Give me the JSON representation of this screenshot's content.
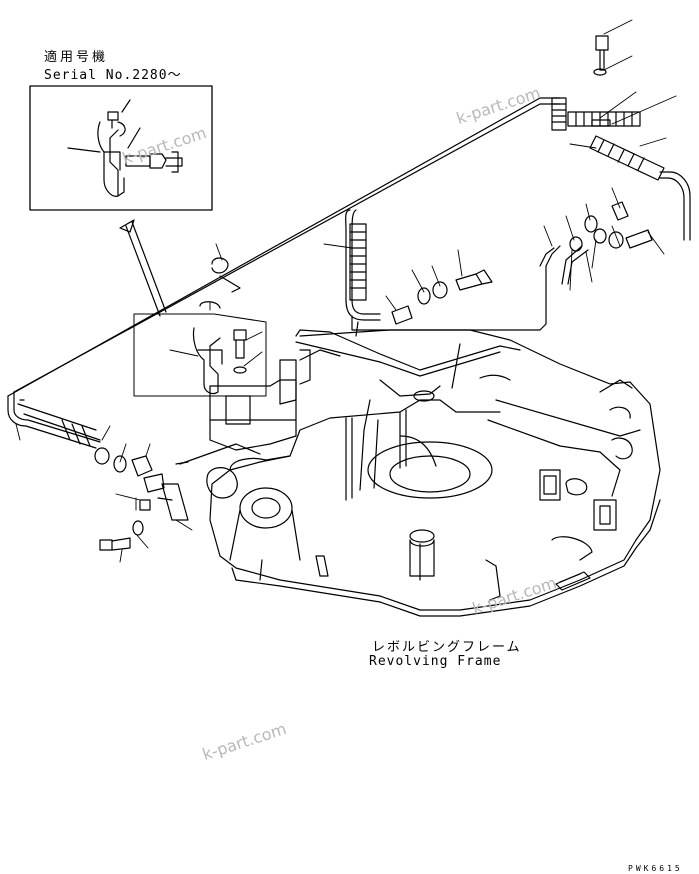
{
  "labels": {
    "serial_jp": "適用号機",
    "serial_no": "Serial No.2280～",
    "frame_jp": "レボルビングフレーム",
    "frame_en": "Revolving Frame",
    "drawing_code": "PWK6615"
  },
  "watermarks": [
    "k-part.com",
    "k-part.com",
    "k-part.com",
    "k-part.com"
  ],
  "colors": {
    "line": "#000000",
    "watermark": "#b8b8b8",
    "background": "#ffffff"
  }
}
